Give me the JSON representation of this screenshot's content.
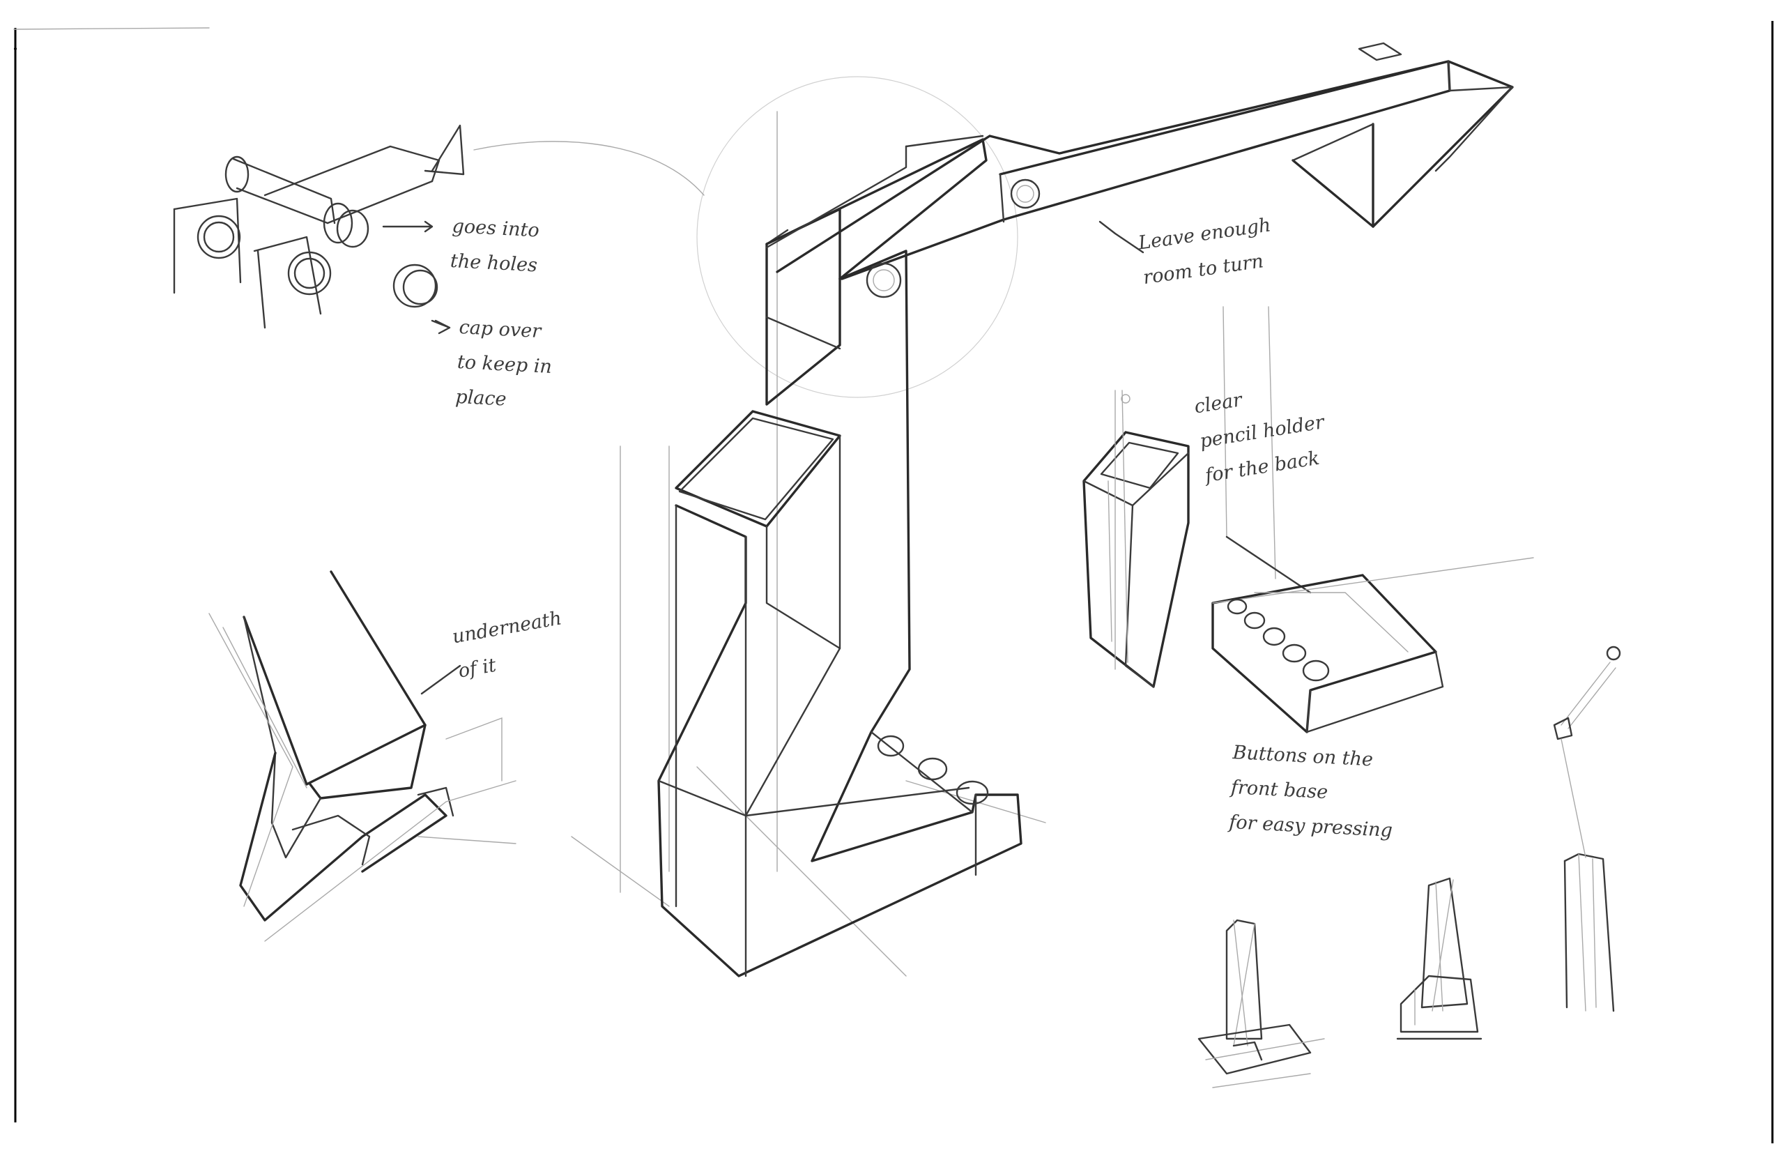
{
  "annotations": {
    "goes_into_holes": "goes into\nthe holes",
    "cap_over": "cap over\nto keep in\nplace",
    "leave_room": "Leave enough\nroom to turn",
    "clear_holder": "clear\npencil holder\nfor the back",
    "underneath": "underneath\nof it",
    "buttons_front": "Buttons on the\nfront base\nfor easy pressing"
  },
  "colors": {
    "paper": "#ffffff",
    "ink": "#3a3a3a",
    "construction": "#a9a9a9"
  }
}
